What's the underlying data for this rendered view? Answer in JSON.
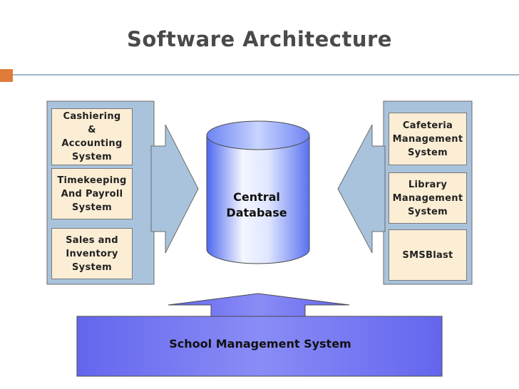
{
  "title": "Software Architecture",
  "left_systems": [
    {
      "label": "Cashiering\n&\nAccounting\nSystem"
    },
    {
      "label": "Timekeeping\nAnd Payroll\nSystem"
    },
    {
      "label": "Sales and\nInventory\nSystem"
    }
  ],
  "right_systems": [
    {
      "label": "Cafeteria\nManagement\nSystem"
    },
    {
      "label": "Library\nManagement\nSystem"
    },
    {
      "label": "SMSBlast"
    }
  ],
  "center": {
    "label": "Central\nDatabase"
  },
  "base": {
    "label": "School Management System"
  },
  "colors": {
    "panel": "#a9c3dc",
    "box": "#fbeed5",
    "accent": "#e07b39",
    "base": "#6a6cf0",
    "cylinder_light": "#e6ecff",
    "cylinder_dark": "#5c74f2"
  }
}
